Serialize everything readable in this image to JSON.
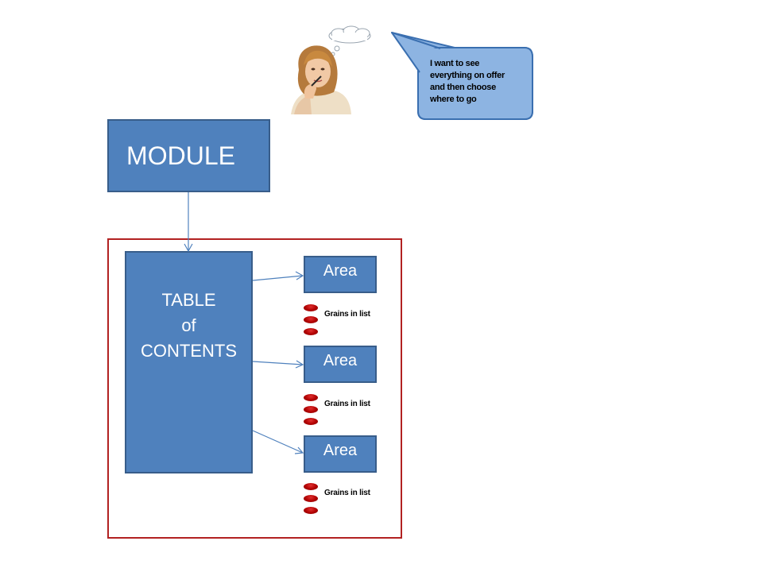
{
  "speech_bubble": {
    "lines": [
      "I want to see",
      "everything on offer",
      "and then choose",
      "where to go"
    ]
  },
  "module": {
    "label": "MODULE"
  },
  "toc": {
    "label": "TABLE\nof\nCONTENTS"
  },
  "areas": [
    {
      "label": "Area",
      "grains_label": "Grains in list"
    },
    {
      "label": "Area",
      "grains_label": "Grains in list"
    },
    {
      "label": "Area",
      "grains_label": "Grains in list"
    }
  ],
  "colors": {
    "box_fill": "#4f81bd",
    "box_border": "#385d8a",
    "frame_border": "#b22222",
    "bubble_fill": "#8db4e2",
    "bullet": "#b00000"
  }
}
